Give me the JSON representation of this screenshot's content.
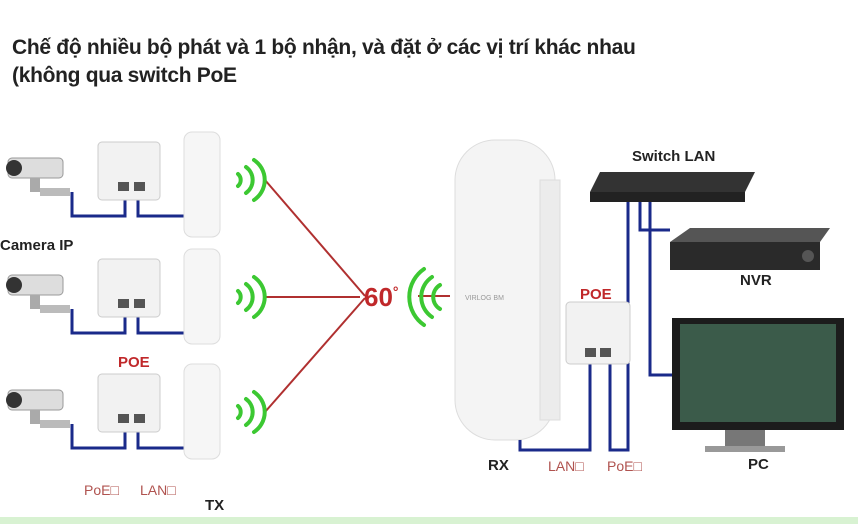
{
  "title": {
    "line1": "Chế độ nhiều bộ phát và 1 bộ nhận, và đặt ở các vị trí khác nhau",
    "line2": "(không qua switch PoE"
  },
  "labels": {
    "camera_ip": "Camera IP",
    "poe_tx": "POE",
    "poe_port": "PoE□",
    "lan_port": "LAN□",
    "tx": "TX",
    "angle": "60",
    "angle_unit": "°",
    "rx": "RX",
    "rx_lan": "LAN□",
    "rx_poe": "PoE□",
    "poe_rx": "POE",
    "switch": "Switch LAN",
    "nvr": "NVR",
    "pc": "PC",
    "antenna_brand": "VIRLOG BM"
  },
  "colors": {
    "cable": "#1a2a8a",
    "signal": "#3cc832",
    "link": "#b03030",
    "label_red": "#c0282a"
  }
}
